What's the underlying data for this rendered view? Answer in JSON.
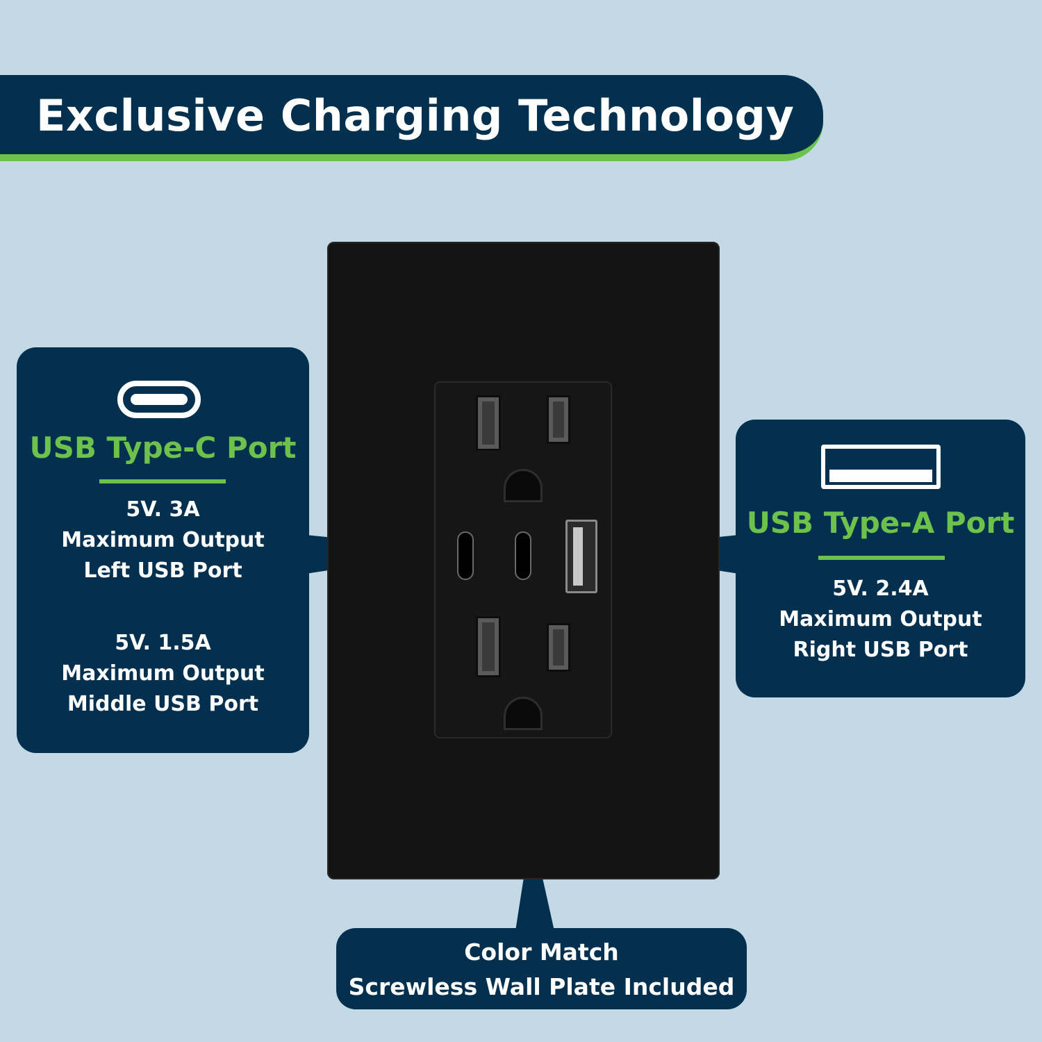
{
  "banner": {
    "title": "Exclusive Charging Technology"
  },
  "left_panel": {
    "icon": "usb-c-icon",
    "heading": "USB Type-C Port",
    "spec1": {
      "line1": "5V. 3A",
      "line2": "Maximum Output",
      "line3": "Left USB Port"
    },
    "spec2": {
      "line1": "5V. 1.5A",
      "line2": "Maximum Output",
      "line3": "Middle USB Port"
    }
  },
  "right_panel": {
    "icon": "usb-a-icon",
    "heading": "USB Type-A Port",
    "spec": {
      "line1": "5V. 2.4A",
      "line2": "Maximum Output",
      "line3": "Right USB Port"
    }
  },
  "bottom_panel": {
    "line1": "Color Match",
    "line2": "Screwless Wall Plate Included"
  },
  "colors": {
    "background": "#c3d9e6",
    "panel": "#04304f",
    "accent_green": "#6cc24a",
    "plate": "#141414",
    "text": "#ffffff"
  }
}
